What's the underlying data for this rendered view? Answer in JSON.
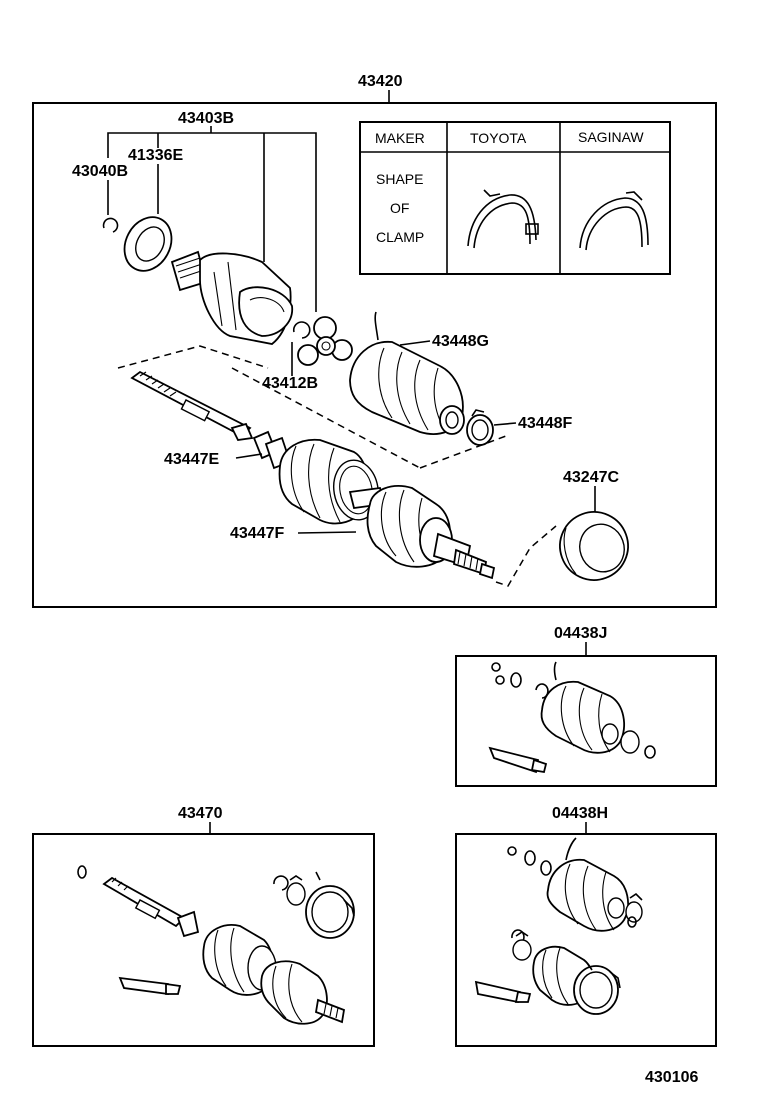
{
  "labels": {
    "assembly_main": "43420",
    "joint_outer": "43403B",
    "seal": "41336E",
    "snap_ring": "43040B",
    "snap_ring_2": "43412B",
    "boot_inboard": "43448G",
    "clamp_inboard": "43448F",
    "boot_outboard": "43447E",
    "clamp_outboard": "43447F",
    "dust_cover": "43247C",
    "kit_upper": "04438J",
    "assembly_alt": "43470",
    "kit_lower": "04438H",
    "diagram_number": "430106"
  },
  "clamp_table": {
    "header_maker": "MAKER",
    "header_toyota": "TOYOTA",
    "header_saginaw": "SAGINAW",
    "row_label_line1": "SHAPE",
    "row_label_line2": "OF",
    "row_label_line3": "CLAMP"
  }
}
